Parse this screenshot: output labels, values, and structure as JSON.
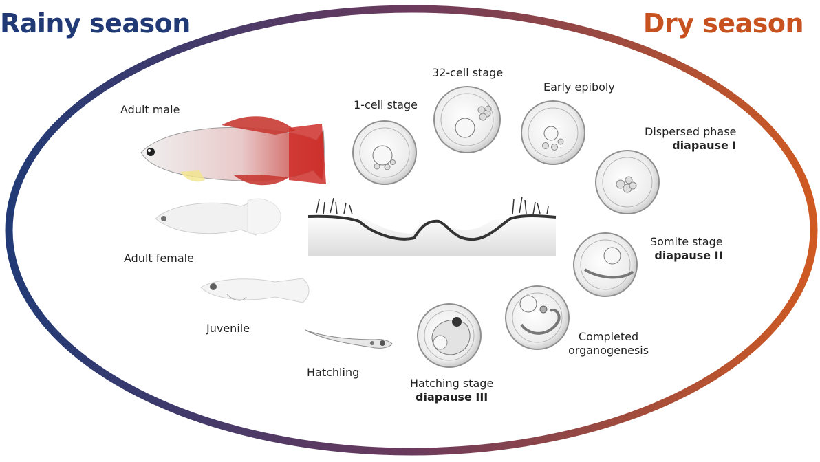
{
  "seasons": {
    "rainy": "Rainy season",
    "dry": "Dry season"
  },
  "colors": {
    "rainy": "#213a76",
    "dry": "#c8521f"
  },
  "stages": {
    "adult_male": "Adult male",
    "adult_female": "Adult female",
    "juvenile": "Juvenile",
    "hatchling": "Hatchling",
    "one_cell": "1-cell stage",
    "thirtytwo_cell": "32-cell stage",
    "early_epiboly": "Early epiboly",
    "dispersed_phase": "Dispersed phase",
    "diapause_1": "diapause I",
    "somite_stage": "Somite stage",
    "diapause_2": "diapause II",
    "completed_line1": "Completed",
    "completed_line2": "organogenesis",
    "hatching_stage": "Hatching stage",
    "diapause_3": "diapause III"
  }
}
